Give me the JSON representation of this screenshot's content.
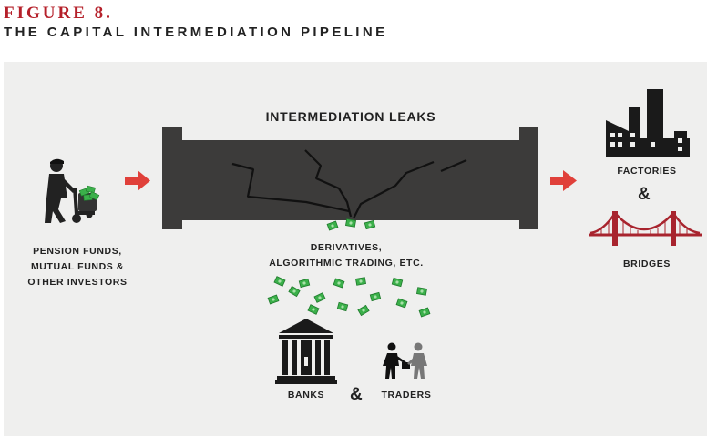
{
  "figure": {
    "label": "FIGURE 8.",
    "title": "THE CAPITAL INTERMEDIATION PIPELINE"
  },
  "diagram": {
    "pipe_label": "INTERMEDIATION LEAKS",
    "leak_label_line1": "DERIVATIVES,",
    "leak_label_line2": "ALGORITHMIC TRADING, ETC.",
    "investors_line1": "PENSION FUNDS,",
    "investors_line2": "MUTUAL FUNDS &",
    "investors_line3": "OTHER INVESTORS",
    "factories_label": "FACTORIES",
    "bridges_label": "BRIDGES",
    "banks_label": "BANKS",
    "traders_label": "TRADERS",
    "ampersand": "&"
  },
  "colors": {
    "accent_red": "#e0403a",
    "pipe_dark": "#3c3b3a",
    "bridge_red": "#a8242e",
    "money_green": "#3bb04a",
    "panel_bg": "#efefee",
    "ink": "#222222"
  },
  "icons": [
    "worker-with-cart-icon",
    "factory-icon",
    "bridge-icon",
    "bank-icon",
    "traders-icon",
    "money-bill-icon",
    "arrow-right-icon"
  ]
}
